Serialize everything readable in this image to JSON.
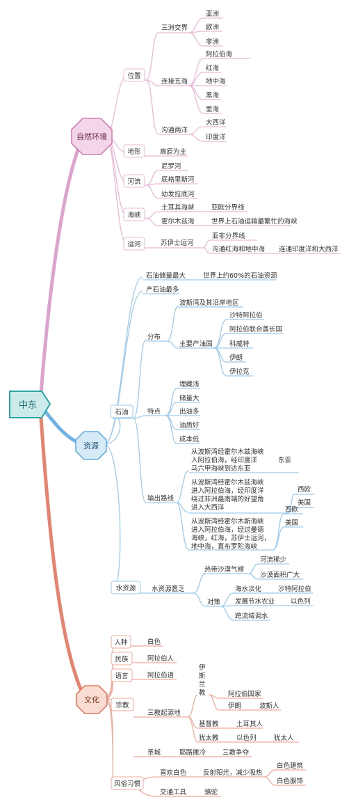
{
  "root": {
    "label": "中东"
  },
  "colors": {
    "nature": "#dca3cf",
    "resource": "#6fb3e2",
    "culture": "#e4836f",
    "root_fill": "#cdeaea",
    "root_stroke": "#2aa6a6",
    "nature_fill": "#f3d6e8",
    "nature_stroke": "#d27fb6",
    "resource_fill": "#d6eaf7",
    "resource_stroke": "#67aedd",
    "culture_fill": "#fadcd2",
    "culture_stroke": "#de7c63"
  },
  "branches": {
    "nature": {
      "label": "自然环境",
      "位置": "位置",
      "三洲交界": "三洲交界",
      "亚洲": "亚洲",
      "欧洲": "欧洲",
      "非洲": "非洲",
      "连接五海": "连接五海",
      "阿拉伯海": "阿拉伯海",
      "红海": "红海",
      "地中海": "地中海",
      "黑海": "黑海",
      "里海": "里海",
      "沟通两洋": "沟通两洋",
      "大西洋": "大西洋",
      "印度洋": "印度洋",
      "地形": "地形",
      "高原为主": "高原为主",
      "河流": "河流",
      "尼罗河": "尼罗河",
      "底格里斯河": "底格里斯河",
      "幼发拉底河": "幼发拉底河",
      "海峡": "海峡",
      "土耳其海峡": "土耳其海峡",
      "亚欧分界线": "亚欧分界线",
      "霍尔木兹海": "霍尔木兹海",
      "世界上石油运输最繁忙的海峡": "世界上石油运输最繁忙的海峡",
      "运河": "运河",
      "苏伊士运河": "苏伊士运河",
      "亚非分界线": "亚非分界线",
      "沟通红海和地中海": "沟通红海和地中海",
      "连通印度洋和大西洋": "连通印度洋和大西洋"
    },
    "resource": {
      "label": "资源",
      "石油储量最大": "石油储量最大",
      "世界上约60%的石油资源": "世界上约60%的石油资源",
      "产石油最多": "产石油最多",
      "石油": "石油",
      "分布": "分布",
      "波斯湾及其沿岸地区": "波斯湾及其沿岸地区",
      "主要产油国": "主要产油国",
      "沙特阿拉伯": "沙特阿拉伯",
      "阿拉伯联合酋长国": "阿拉伯联合酋长国",
      "科威特": "科威特",
      "伊朗": "伊朗",
      "伊拉克": "伊拉克",
      "特点": "特点",
      "埋藏浅": "埋藏浅",
      "储量大": "储量大",
      "出油多": "出油多",
      "油质好": "油质好",
      "成本低": "成本低",
      "输出路线": "输出路线",
      "route1_l1": "从波斯湾经霍尔木兹海峡",
      "route1_l2": "入阿拉伯海，经印度洋",
      "route1_l3": "马六甲海峡到达东亚",
      "东亚": "东亚",
      "route2_l1": "从波斯湾经霍尔木兹海峡",
      "route2_l2": "进入阿拉伯海，经印度洋",
      "route2_l3": "绕过非洲最南端的好望角",
      "route2_l4": "进入大西洋",
      "西欧a": "西欧",
      "美国a": "美国",
      "route3_l1": "从波斯湾经霍尔木斯海峡",
      "route3_l2": "进入阿拉伯海，经过曼德",
      "route3_l3": "海峡，红海，苏伊士运河，",
      "route3_l4": "地中海，直布罗陀海峡",
      "西欧b": "西欧",
      "美国b": "美国",
      "水资源": "水资源",
      "水资源匮乏": "水资源匮乏",
      "热带沙漠气候": "热带沙漠气候",
      "河流稀少": "河流稀少",
      "沙漠面积广大": "沙漠面积广大",
      "对策": "对策",
      "海水淡化": "海水淡化",
      "沙特阿拉伯2": "沙特阿拉伯",
      "发展节水农业": "发展节水农业",
      "以色列": "以色列",
      "跨流域调水": "跨流域调水"
    },
    "culture": {
      "label": "文化",
      "人种": "人种",
      "白色": "白色",
      "民族": "民族",
      "阿拉伯人": "阿拉伯人",
      "语言": "语言",
      "阿拉伯语": "阿拉伯语",
      "宗教": "宗教",
      "三教起源地": "三教起源地",
      "伊斯兰教_1": "伊",
      "伊斯兰教_2": "斯",
      "伊斯兰教_3": "兰",
      "伊斯兰教_4": "教",
      "阿拉伯国家": "阿拉伯国家",
      "伊朗": "伊朗",
      "波斯人": "波斯人",
      "基督教": "基督教",
      "土耳其人": "土耳其人",
      "犹太教": "犹太教",
      "以色列": "以色列",
      "犹太人": "犹太人",
      "圣城": "圣城",
      "耶路撒冷": "耶路撒冷",
      "三教争夺": "三教争夺",
      "风俗习惯": "风俗习惯",
      "喜欢白色": "喜欢白色",
      "反射阳光，减少吸热": "反射阳光，减少吸热",
      "白色建筑": "白色建筑",
      "白色服饰": "白色服饰",
      "交通工具": "交通工具",
      "骆驼": "骆驼"
    }
  }
}
